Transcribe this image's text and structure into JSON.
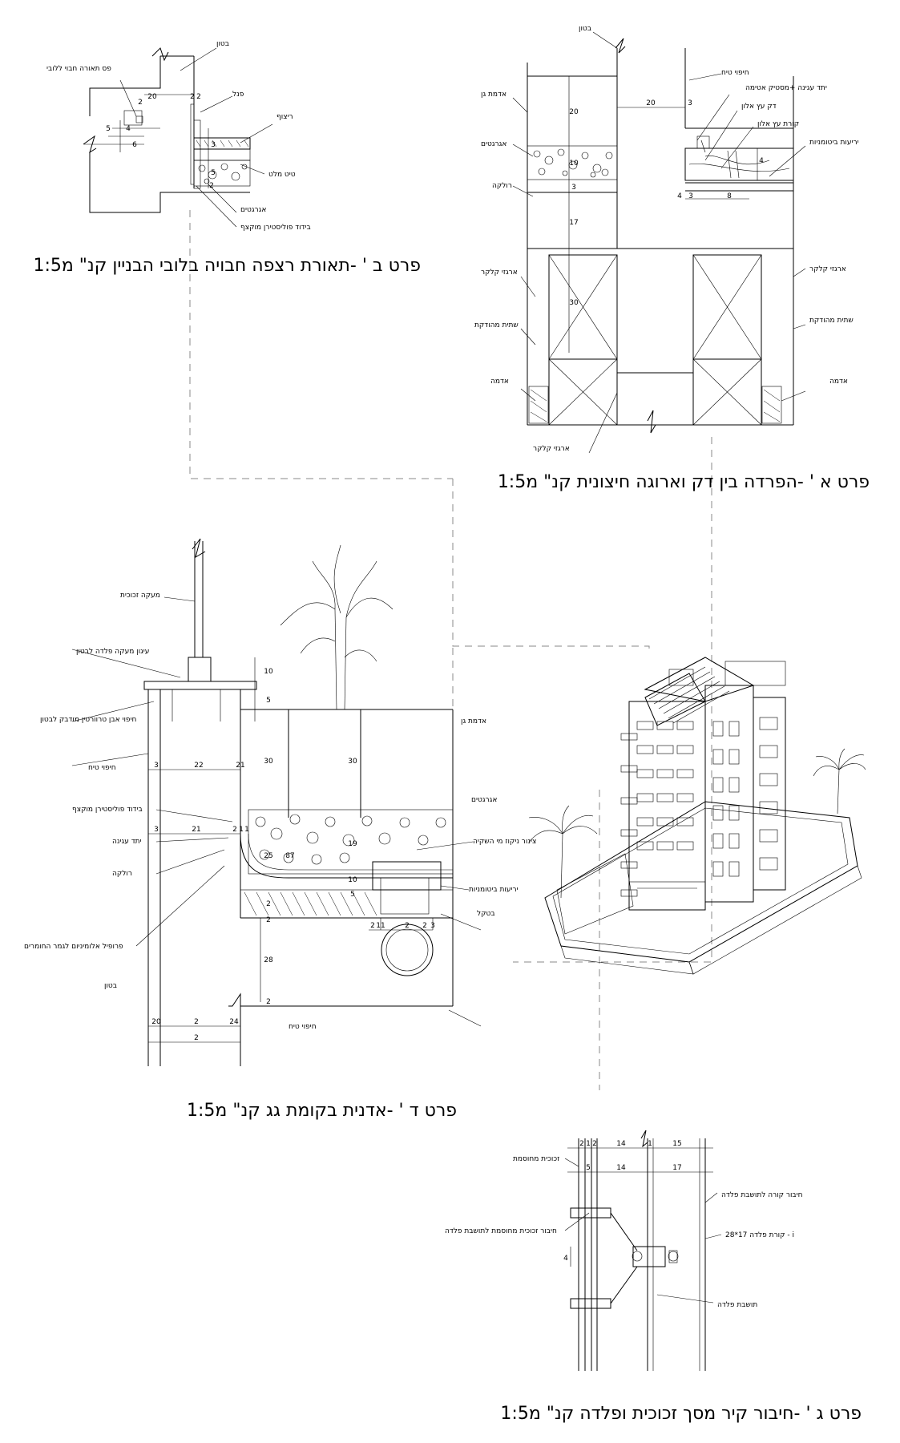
{
  "titles": {
    "detail_b": "פרט ב ' -תאורת רצפה חבויה בלובי הבניין קנ\"  מ1:5",
    "detail_a": "פרט א ' -הפרדה בין דק וארוגה חיצונית קנ\"  מ1:5",
    "detail_d": "פרט ד ' -אדנית בקומת גג קנ\"  מ1:5",
    "detail_g": "פרט ג ' -חיבור קיר מסך זכוכית ופלדה קנ\"  מ1:5"
  },
  "detail_b": {
    "labels": [
      "בטון",
      "פס תאורה חבוי ללובי",
      "פנל",
      "ריצוף",
      "טיט מלט",
      "אגרגטים",
      "בידוד פוליסטירן מוקצף"
    ],
    "dims": [
      "20",
      "2",
      "2",
      "2",
      "4",
      "5",
      "6",
      "3",
      "5",
      "2"
    ]
  },
  "detail_a": {
    "labels": [
      "בטון",
      "חיפוי טיח",
      "יתד עגינה +מסטיק אטימה",
      "דק עץ אלון",
      "קורת עץ אלון",
      "יריעות ביטומניות",
      "אדמת גן",
      "אגרגטים",
      "רולקה",
      "ארגזי קלקר",
      "שתית מהודקת",
      "אדמה",
      "ארגזי קלקר",
      "שתית מהודקת",
      "אדמה",
      "ארגזי קלקר"
    ],
    "dims": [
      "20",
      "20",
      "3",
      "10",
      "3",
      "17",
      "30",
      "4",
      "3",
      "8",
      "4"
    ]
  },
  "detail_d": {
    "labels": [
      "מעקה זכוכית",
      "עיגון מעקה פלדה לבטון",
      "חיפוי אבן טרוורטין מודבק לבטון",
      "חיפוי טיח",
      "בידוד פוליסטירן מוקצף",
      "יתד עגינה",
      "רולקה",
      "פרופיל אלומיניום לגמר החומרים",
      "בטון",
      "אדמת גן",
      "אגרגטים",
      "צינור ניקוז מי השקיה",
      "יריעות ביטומניות",
      "בטקל",
      "חיפוי טיח"
    ],
    "dims": [
      "10",
      "5",
      "30",
      "30",
      "3",
      "22",
      "21",
      "3",
      "21",
      "2",
      "1",
      "1",
      "25",
      "87",
      "19",
      "10",
      "5",
      "2",
      "2",
      "28",
      "2",
      "2",
      "11",
      "2",
      "2",
      "3",
      "20",
      "2",
      "24",
      "2"
    ]
  },
  "detail_g": {
    "labels": [
      "זכוכית מחוסמת",
      "חיבור קורה לתושבת פלדה",
      "חיבור זכוכית מחוסמת לתושבת פלדה",
      "קורת פלדה 17*28 - i",
      "תושבת פלדה"
    ],
    "dims": [
      "2",
      "1",
      "2",
      "14",
      "1",
      "15",
      "5",
      "14",
      "17",
      "4"
    ]
  },
  "colors": {
    "ink": "#000000",
    "leader": "#888888",
    "paper": "#ffffff"
  }
}
